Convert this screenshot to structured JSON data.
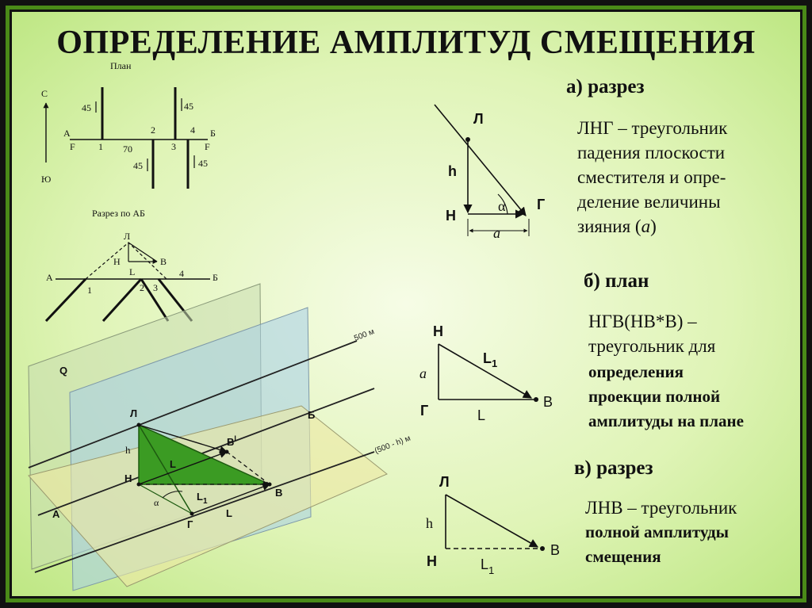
{
  "title": "ОПРЕДЕЛЕНИЕ АМПЛИТУД СМЕЩЕНИЯ",
  "plan_sketch": {
    "title": "План",
    "north": "С",
    "south": "Ю",
    "left_point": "А",
    "right_point": "Б",
    "fault_left": "F",
    "fault_right": "F",
    "n1": "1",
    "n2": "2",
    "n3": "3",
    "n4": "4",
    "dist": "70",
    "dip_a": "45",
    "dip_b": "45",
    "dip_c": "45",
    "dip_d": "45"
  },
  "section_sketch": {
    "title": "Разрез по АБ",
    "left_point": "А",
    "right_point": "Б",
    "l_top": "Л",
    "n_label": "Н",
    "v_label": "В",
    "l_label": "L",
    "n1": "1",
    "n2": "2",
    "n3": "3",
    "n4": "4"
  },
  "block_diagram": {
    "q": "Q",
    "a": "А",
    "b": "Б",
    "l_top": "Л",
    "n": "Н",
    "h": "h",
    "alpha": "α",
    "g": "Г",
    "l_label": "L",
    "l1_base": "L",
    "l1_sub": "1",
    "l_lower": "L",
    "v": "В",
    "b_prime": "В",
    "b_prime_sup": "I",
    "line_500": "500 м",
    "line_500h": "(500 - h) м"
  },
  "diagram_a": {
    "l": "Л",
    "h": "h",
    "n": "Н",
    "alpha": "α",
    "g": "Г",
    "a": "a"
  },
  "diagram_b": {
    "n": "Н",
    "l1_base": "L",
    "l1_sub": "1",
    "a": "a",
    "g": "Г",
    "l": "L",
    "v": "В"
  },
  "diagram_c": {
    "l": "Л",
    "h": "h",
    "n": "Н",
    "l1_base": "L",
    "l1_sub": "1",
    "v": "В"
  },
  "section_a": {
    "heading": "а) разрез",
    "lines": [
      "ЛНГ – треугольник",
      "падения плоскости",
      "сместителя и опре-",
      "деление величины"
    ],
    "last_prefix": "зияния (",
    "last_italic": "а",
    "last_suffix": ")"
  },
  "section_b": {
    "heading": "б) план",
    "lines": [
      "НГВ(НВ*В) –",
      "треугольник для"
    ],
    "bold_lines": [
      "определения",
      "проекции полной",
      "амплитуды на плане"
    ]
  },
  "section_c": {
    "heading": "в) разрез",
    "lines": [
      "ЛНВ – треугольник"
    ],
    "bold_lines": [
      "полной амплитуды",
      "смещения"
    ]
  }
}
